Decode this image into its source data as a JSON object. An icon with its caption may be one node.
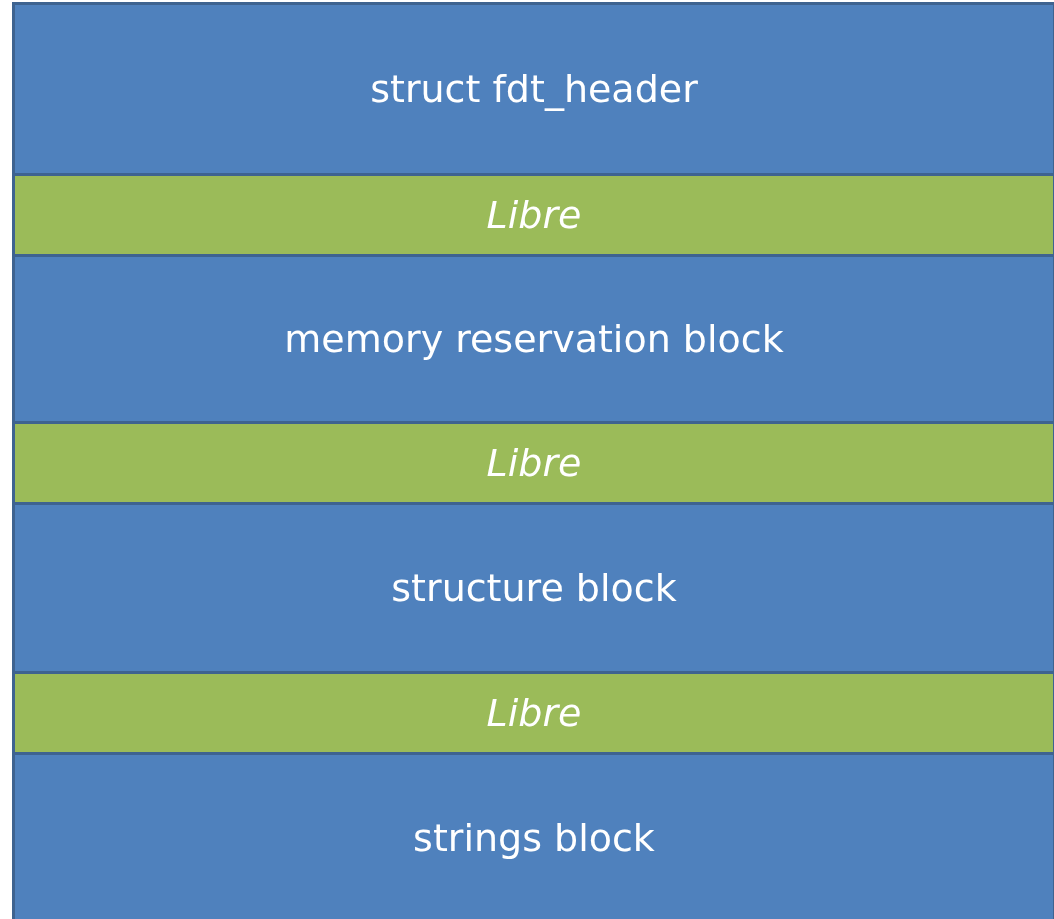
{
  "diagram": {
    "nodes": [
      {
        "text": [
          "struct fdt_header"
        ]
      },
      {
        "text": [
          "Libre"
        ]
      },
      {
        "text": [
          "memory reservation block"
        ]
      },
      {
        "text": [
          "Libre"
        ]
      },
      {
        "text": [
          "structure block"
        ]
      },
      {
        "text": [
          "Libre"
        ]
      },
      {
        "text": [
          "strings block"
        ]
      }
    ]
  }
}
